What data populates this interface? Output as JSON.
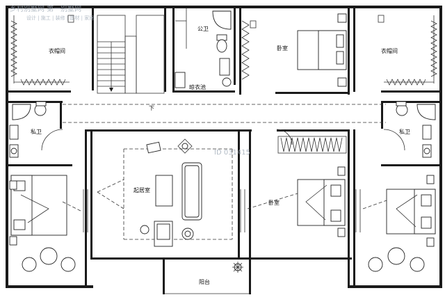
{
  "watermark": {
    "top_line": "乡村别墅网 第一别墅网",
    "top_sub": "设计 | 施工 | 装修 | 建材 | 家居",
    "center_id": "ID 031415"
  },
  "rooms": {
    "closet_left": "衣帽间",
    "closet_right": "衣帽间",
    "public_bath": "公卫",
    "laundry": "晾衣池",
    "bedroom_top": "卧室",
    "bath_left": "私卫",
    "bath_right": "私卫",
    "living": "起居室",
    "bedroom_mid": "卧室",
    "balcony": "阳台"
  },
  "stair_label": "下"
}
